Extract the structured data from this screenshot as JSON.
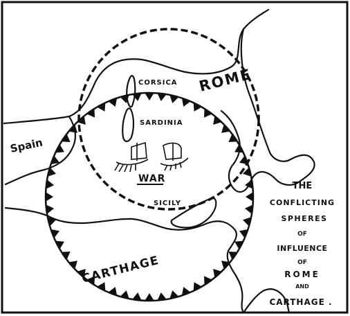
{
  "labels": {
    "rome": "ROME",
    "carthage": "CARTHAGE",
    "spain": "Spain",
    "corsica": "CORSICA",
    "sardinia": "SARDINIA",
    "sicily": "SICILY",
    "war": "WAR"
  },
  "caption": {
    "line1": "THE",
    "line2": "CONFLICTING",
    "line3": "SPHERES",
    "line4": "OF",
    "line5": "INFLUENCE",
    "line6": "OF",
    "line7": "ROME",
    "line8": "AND",
    "line9": "CARTHAGE ."
  },
  "colors": {
    "ink": "#111111",
    "paper": "#ffffff"
  }
}
